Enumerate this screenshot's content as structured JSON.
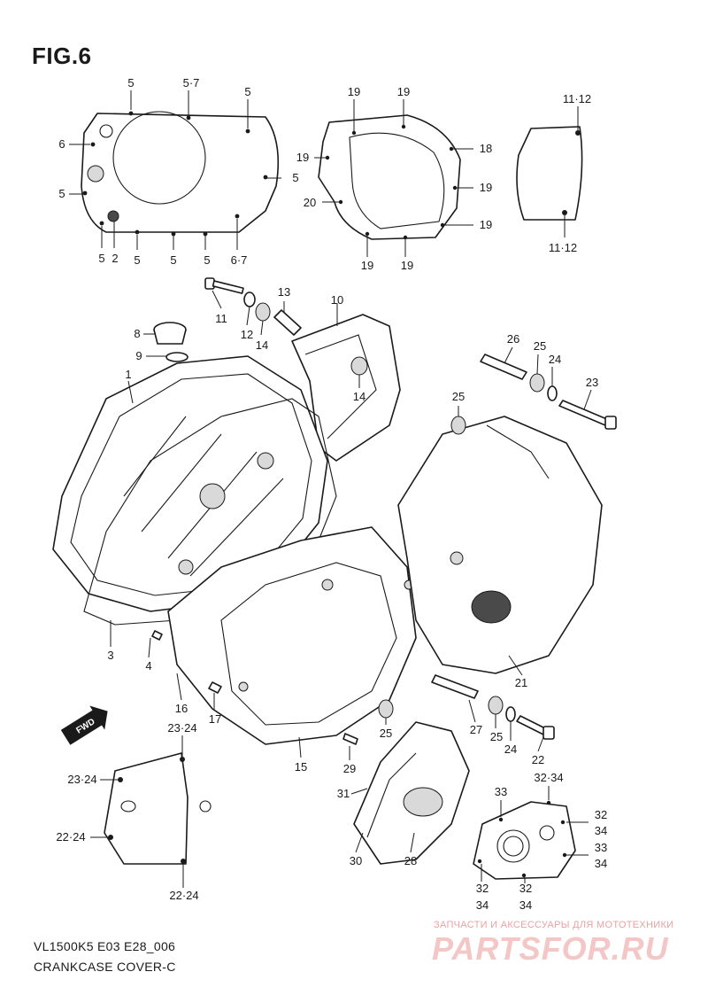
{
  "figure": {
    "title": "FIG.6",
    "model_code": "VL1500K5 E03 E28_006",
    "diagram_name": "CRANKCASE COVER-C"
  },
  "watermark": {
    "subtitle": "ЗАПЧАСТИ И АКСЕССУАРЫ ДЛЯ МОТОТЕХНИКИ",
    "brand": "PARTSFOR.RU",
    "color": "#e9a3a3"
  },
  "direction_arrow": {
    "label": "FWD"
  },
  "callouts": [
    {
      "label": "5"
    },
    {
      "label": "5·7"
    },
    {
      "label": "5"
    },
    {
      "label": "6"
    },
    {
      "label": "5"
    },
    {
      "label": "5"
    },
    {
      "label": "5"
    },
    {
      "label": "2"
    },
    {
      "label": "5"
    },
    {
      "label": "5"
    },
    {
      "label": "5"
    },
    {
      "label": "6·7"
    },
    {
      "label": "19"
    },
    {
      "label": "19"
    },
    {
      "label": "19"
    },
    {
      "label": "18"
    },
    {
      "label": "19"
    },
    {
      "label": "20"
    },
    {
      "label": "19"
    },
    {
      "label": "19"
    },
    {
      "label": "19"
    },
    {
      "label": "11·12"
    },
    {
      "label": "11·12"
    },
    {
      "label": "11"
    },
    {
      "label": "12"
    },
    {
      "label": "14"
    },
    {
      "label": "13"
    },
    {
      "label": "10"
    },
    {
      "label": "14"
    },
    {
      "label": "8"
    },
    {
      "label": "9"
    },
    {
      "label": "1"
    },
    {
      "label": "26"
    },
    {
      "label": "25"
    },
    {
      "label": "24"
    },
    {
      "label": "23"
    },
    {
      "label": "25"
    },
    {
      "label": "3"
    },
    {
      "label": "4"
    },
    {
      "label": "16"
    },
    {
      "label": "17"
    },
    {
      "label": "21"
    },
    {
      "label": "25"
    },
    {
      "label": "15"
    },
    {
      "label": "27"
    },
    {
      "label": "25"
    },
    {
      "label": "24"
    },
    {
      "label": "22"
    },
    {
      "label": "29"
    },
    {
      "label": "31"
    },
    {
      "label": "30"
    },
    {
      "label": "28"
    },
    {
      "label": "23·24"
    },
    {
      "label": "23·24"
    },
    {
      "label": "22·24"
    },
    {
      "label": "22·24"
    },
    {
      "label": "32·34"
    },
    {
      "label": "33"
    },
    {
      "label": "32"
    },
    {
      "label": "34"
    },
    {
      "label": "33"
    },
    {
      "label": "34"
    },
    {
      "label": "32"
    },
    {
      "label": "34"
    },
    {
      "label": "32"
    },
    {
      "label": "34"
    }
  ]
}
